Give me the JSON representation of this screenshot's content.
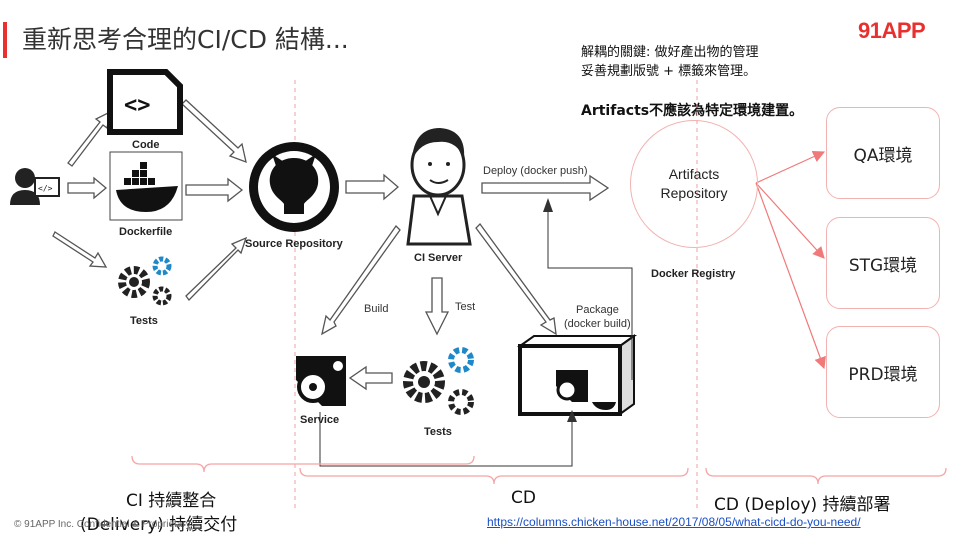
{
  "title": "重新思考合理的CI/CD 結構...",
  "logo": "91APP",
  "note": {
    "line1": "解耦的關鍵: 做好產出物的管理",
    "line2": "妥善規劃版號 + 標籤來管理。",
    "strong": "Artifacts不應該為特定環境建置。"
  },
  "nodes": {
    "code": "Code",
    "dockerfile": "Dockerfile",
    "tests_left": "Tests",
    "source_repo": "Source Repository",
    "ci_server": "CI Server",
    "service": "Service",
    "tests_mid": "Tests",
    "docker_registry": "Docker Registry"
  },
  "edges": {
    "deploy": "Deploy (docker push)",
    "build": "Build",
    "test": "Test",
    "package_1": "Package",
    "package_2": "(docker build)"
  },
  "artifacts": {
    "line1": "Artifacts",
    "line2": "Repository"
  },
  "environments": [
    "QA環境",
    "STG環境",
    "PRD環境"
  ],
  "groups": {
    "ci_1": "CI 持續整合",
    "ci_2": "(Delivery) 持續交付",
    "cd": "CD",
    "cd_deploy": "CD (Deploy) 持續部署"
  },
  "footer": {
    "copyright": "© 91APP Inc. Confidential & Proprietary",
    "link": "https://columns.chicken-house.net/2017/08/05/what-cicd-do-you-need/"
  }
}
